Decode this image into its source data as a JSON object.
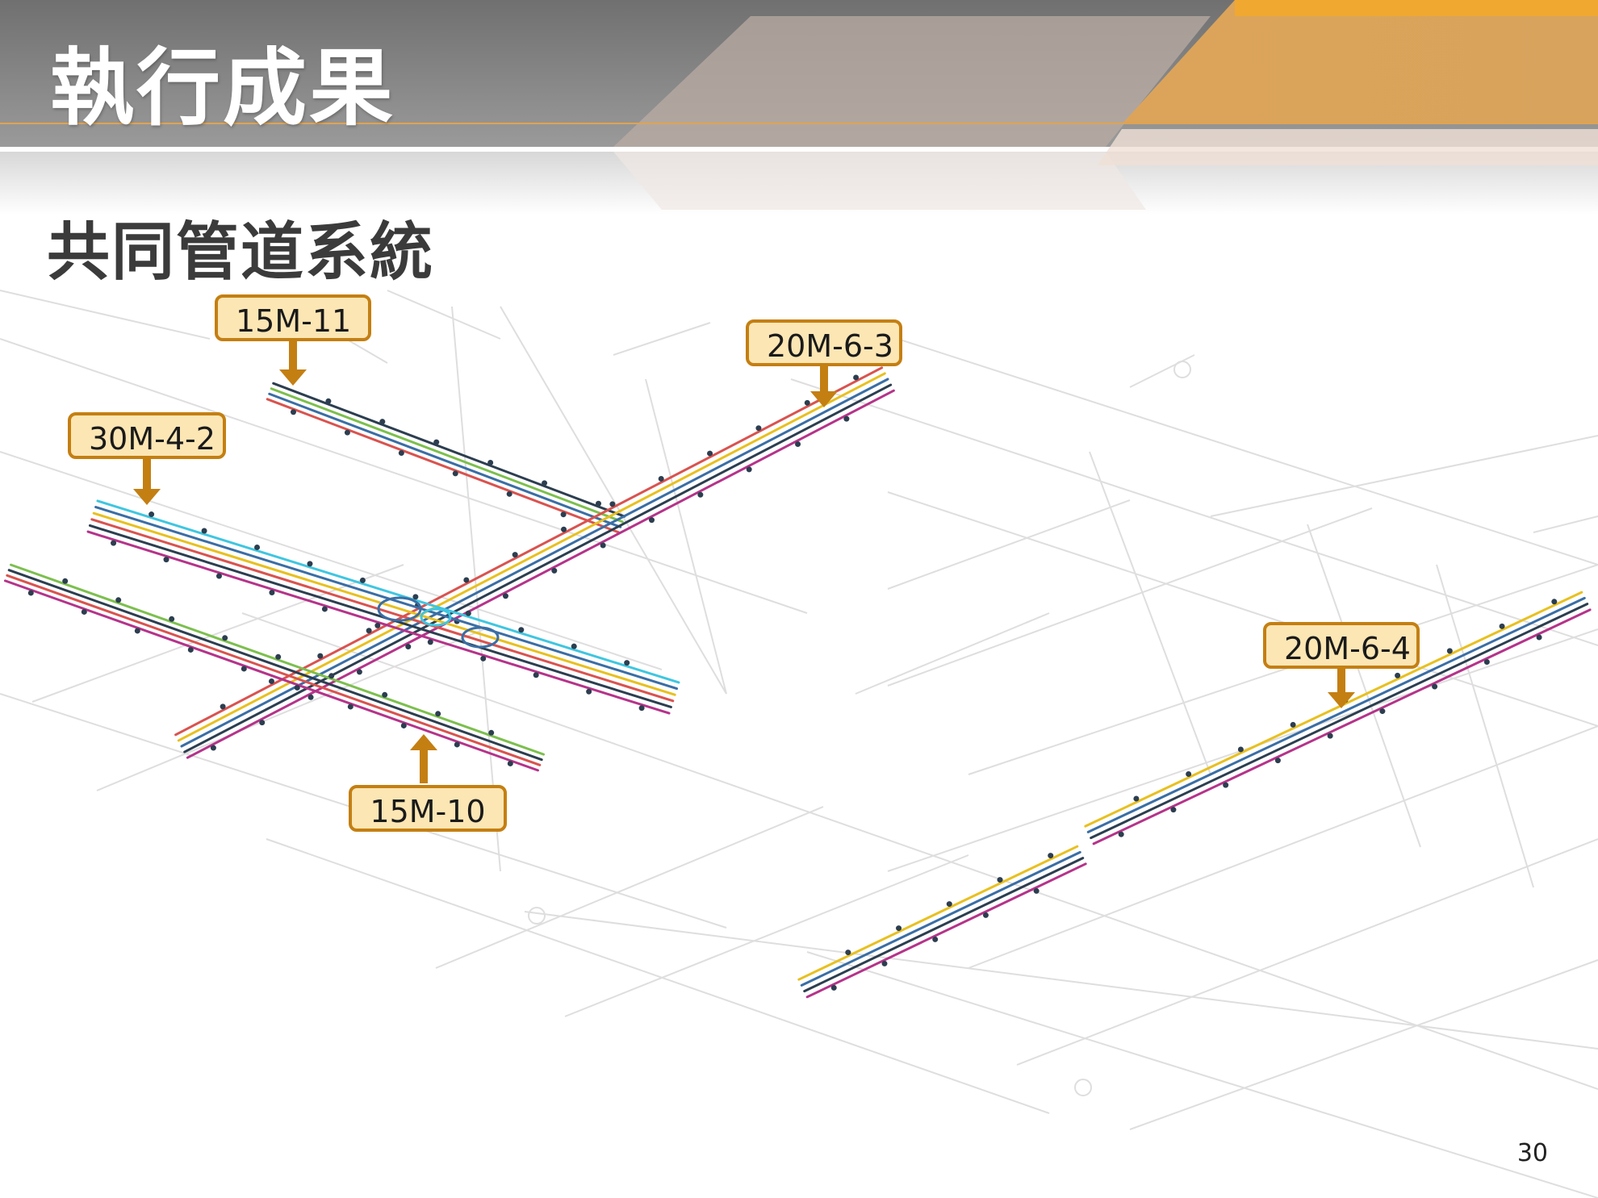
{
  "slide": {
    "title": "執行成果",
    "subtitle": "共同管道系統",
    "page_number": "30"
  },
  "labels": [
    {
      "id": "15M-11",
      "text": "15M-11"
    },
    {
      "id": "20M-6-3",
      "text": "20M-6-3"
    },
    {
      "id": "30M-4-2",
      "text": "30M-4-2"
    },
    {
      "id": "15M-10",
      "text": "15M-10"
    },
    {
      "id": "20M-6-4",
      "text": "20M-6-4"
    }
  ],
  "colors": {
    "header_gray": "#8a8a8a",
    "header_orange": "#f0a830",
    "label_fill": "#fce6b4",
    "label_border": "#c47f12",
    "arrow": "#c47f12",
    "pipe_blue": "#3a6ea5",
    "pipe_magenta": "#b5338a",
    "pipe_green": "#7cbf4e",
    "pipe_cyan": "#3fc6e0",
    "pipe_yellow": "#e8c020",
    "pipe_red": "#d9534f",
    "pipe_dark": "#2c3e50",
    "street_lines": "#dcdcdc"
  }
}
